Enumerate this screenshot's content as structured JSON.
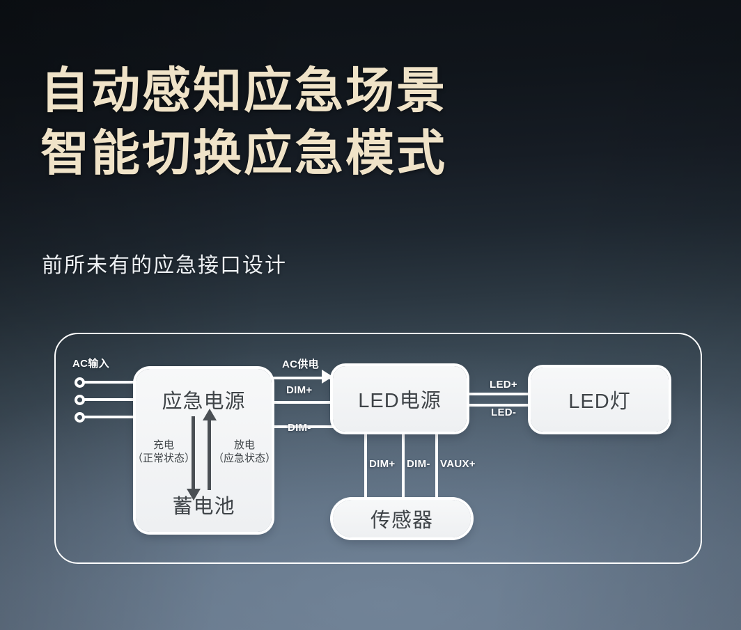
{
  "page": {
    "background_top": "#0d1116",
    "background_bottom": "#647487",
    "headline_color": "#f0e3c8",
    "subtitle_color": "#eef1f4"
  },
  "headline": {
    "line1": "自动感知应急场景",
    "line2": "智能切换应急模式"
  },
  "subtitle": {
    "text": "前所未有的应急接口设计"
  },
  "diagram": {
    "boxes": {
      "emergency_power": "应急电源",
      "battery": "蓄电池",
      "led_driver": "LED电源",
      "led_lamp": "LED灯",
      "sensor": "传感器"
    },
    "inner_labels": {
      "charge_title": "充电",
      "charge_state": "（正常状态）",
      "discharge_title": "放电",
      "discharge_state": "（应急状态）"
    },
    "wire_labels": {
      "ac_input": "AC输入",
      "ac_supply": "AC供电",
      "dim_plus_in": "DIM+",
      "dim_minus_in": "DIM-",
      "led_plus": "LED+",
      "led_minus": "LED-",
      "sensor_dim_plus": "DIM+",
      "sensor_dim_minus": "DIM-",
      "sensor_vaux_plus": "VAUX+"
    }
  }
}
